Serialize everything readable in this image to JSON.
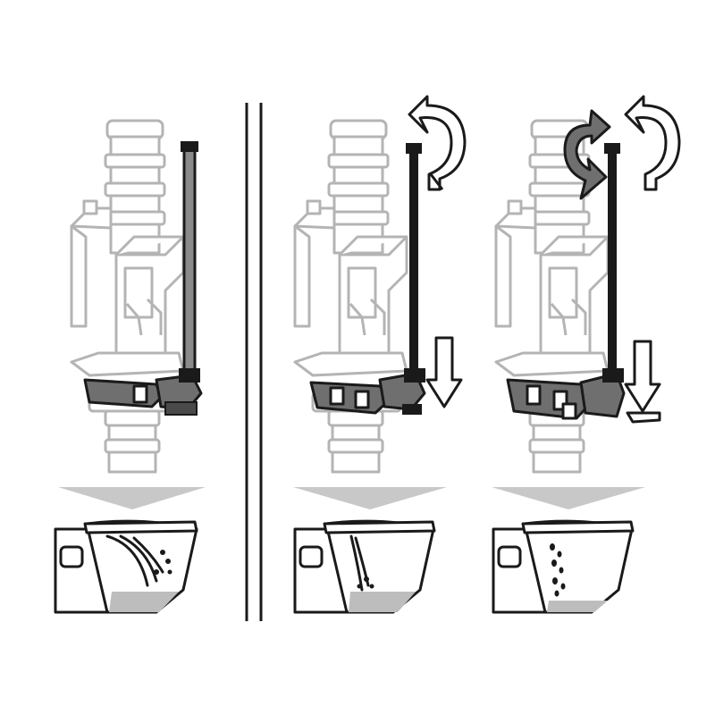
{
  "colors": {
    "background": "#ffffff",
    "ghost_outline": "#b4b4b4",
    "ink": "#1a1a1a",
    "dark_part": "#6f6f6f",
    "water": "#bdbdbd",
    "funnel": "#c8c8c8"
  },
  "panels": [
    {
      "id": "panel-1",
      "rod_style": "gray",
      "rotate_arrows": 0,
      "down_arrow": false,
      "clamp_style": "closed",
      "flush": "full"
    },
    {
      "id": "panel-2",
      "rod_style": "black",
      "rotate_arrows": 1,
      "down_arrow": true,
      "clamp_style": "open",
      "flush": "partial"
    },
    {
      "id": "panel-3",
      "rod_style": "black",
      "rotate_arrows": 2,
      "down_arrow": true,
      "clamp_style": "open-wide",
      "flush": "drip"
    }
  ],
  "icons": {
    "rotate": "rotate-arrow-icon",
    "down": "down-arrow-icon",
    "funnel": "funnel-arrow-icon"
  }
}
